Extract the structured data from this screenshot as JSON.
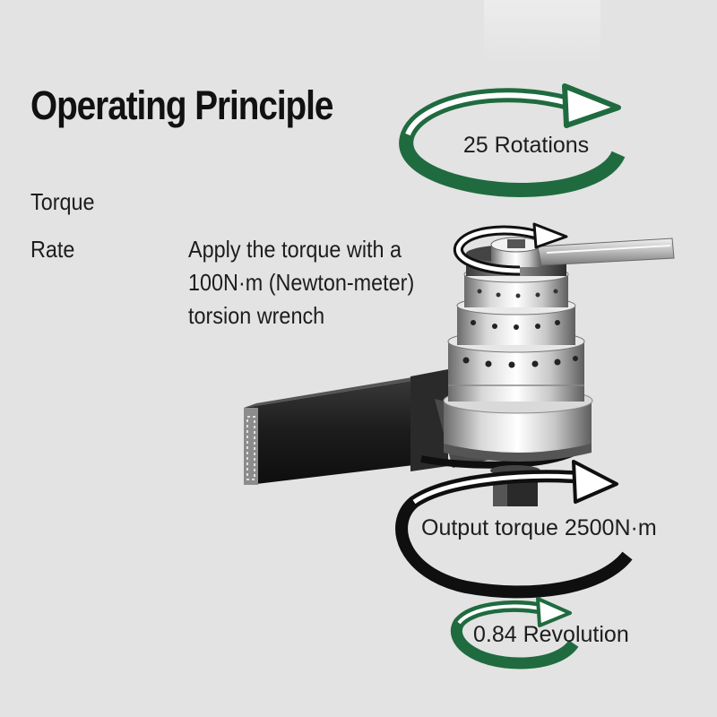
{
  "title": "Operating Principle",
  "labels": {
    "torque": "Torque",
    "rate": "Rate"
  },
  "description": "Apply the torque with a 100N·m (Newton-meter) torsion wrench",
  "arrows": {
    "top": "25 Rotations",
    "output": "Output torque 2500N·m",
    "bottom": "0.84 Revolution"
  },
  "colors": {
    "arrow_green": "#1f6b3f",
    "arrow_black": "#111111",
    "background": "#e3e3e3"
  }
}
